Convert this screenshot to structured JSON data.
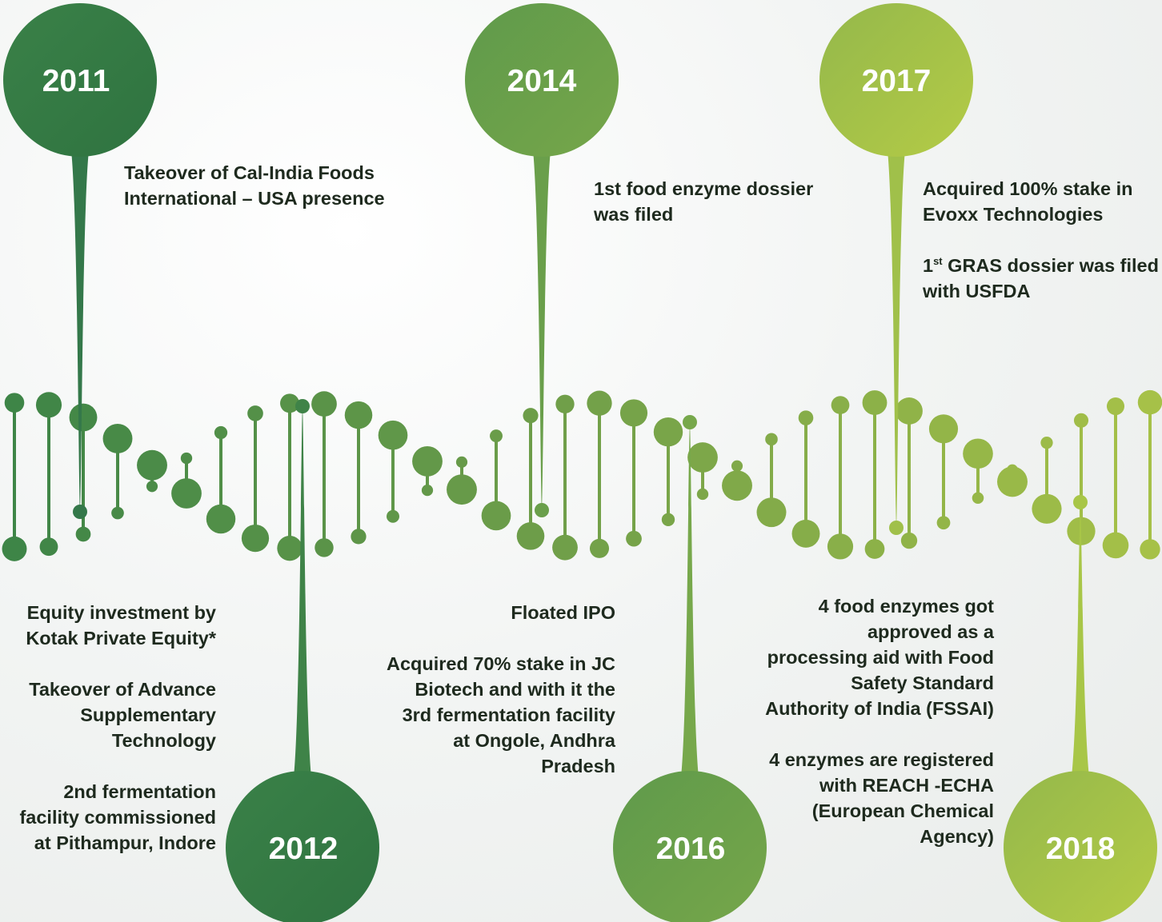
{
  "colors": {
    "dark_green": "#3d8447",
    "mid_green": "#6c9d49",
    "light_green": "#a7c248",
    "text": "#1e2a1e",
    "year_text": "#ffffff"
  },
  "milestones": [
    {
      "year": "2011",
      "items": [
        "Takeover of Cal-India Foods International – USA presence"
      ]
    },
    {
      "year": "2012",
      "items": [
        "Equity investment by Kotak Private Equity*",
        "Takeover of Advance Supplementary Technology",
        "2nd fermentation facility commissioned at Pithampur, Indore"
      ]
    },
    {
      "year": "2014",
      "items": [
        "1st food enzyme dossier was filed"
      ]
    },
    {
      "year": "2016",
      "items": [
        "Floated IPO",
        "Acquired 70% stake in JC Biotech and with it the 3rd fermentation facility at Ongole, Andhra Pradesh"
      ]
    },
    {
      "year": "2017",
      "items": [
        "Acquired 100% stake in Evoxx Technologies",
        "GRAS dossier was filed with USFDA"
      ],
      "item_prefix": {
        "number": "1",
        "superscript": "st"
      }
    },
    {
      "year": "2018",
      "items": [
        "4 food enzymes got approved as a processing aid with Food Safety Standard Authority of India (FSSAI)",
        "4 enzymes are registered with REACH -ECHA (European Chemical Agency)"
      ]
    }
  ]
}
